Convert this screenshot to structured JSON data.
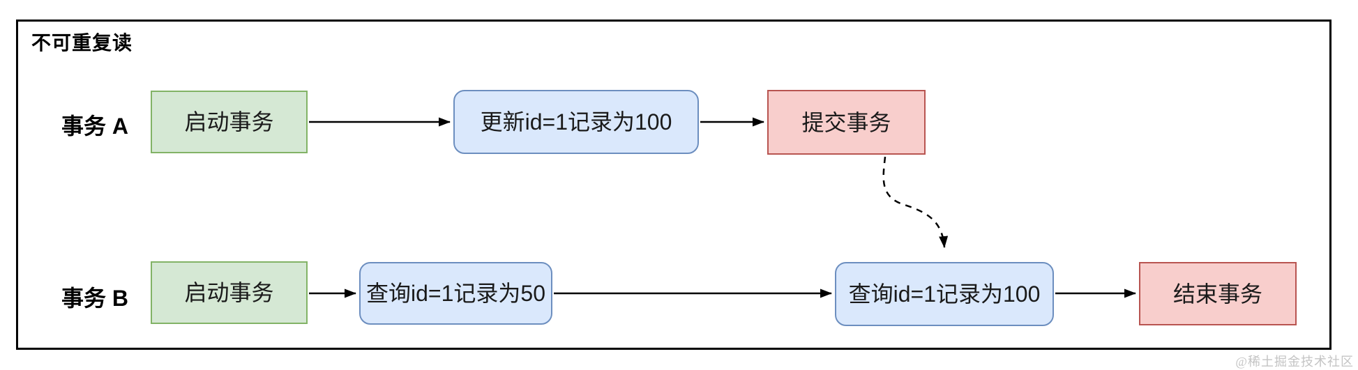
{
  "diagram": {
    "title": "不可重复读",
    "watermark": "@稀土掘金技术社区",
    "rows": {
      "a": {
        "label": "事务 A",
        "nodes": {
          "start": "启动事务",
          "update": "更新id=1记录为100",
          "commit": "提交事务"
        }
      },
      "b": {
        "label": "事务 B",
        "nodes": {
          "start": "启动事务",
          "query1": "查询id=1记录为50",
          "query2": "查询id=1记录为100",
          "end": "结束事务"
        }
      }
    },
    "edges": [
      {
        "from": "事务A 启动事务",
        "to": "事务A 更新id=1记录为100",
        "style": "solid-arrow"
      },
      {
        "from": "事务A 更新id=1记录为100",
        "to": "事务A 提交事务",
        "style": "solid-arrow"
      },
      {
        "from": "事务A 提交事务",
        "to": "事务B 查询id=1记录为100",
        "style": "dashed-curved-arrow"
      },
      {
        "from": "事务B 启动事务",
        "to": "事务B 查询id=1记录为50",
        "style": "solid-arrow"
      },
      {
        "from": "事务B 查询id=1记录为50",
        "to": "事务B 查询id=1记录为100",
        "style": "solid-arrow"
      },
      {
        "from": "事务B 查询id=1记录为100",
        "to": "事务B 结束事务",
        "style": "solid-arrow"
      }
    ],
    "colors": {
      "green_fill": "#d5e8d4",
      "green_border": "#82b366",
      "blue_fill": "#dae8fc",
      "blue_border": "#6c8ebf",
      "red_fill": "#f8cecc",
      "red_border": "#b85450",
      "arrow": "#000000",
      "frame_border": "#000000",
      "watermark": "#c4c4c4"
    }
  }
}
